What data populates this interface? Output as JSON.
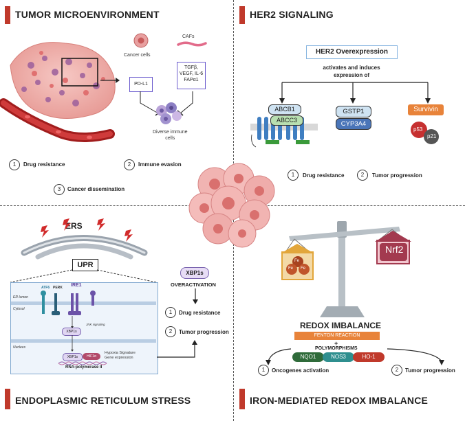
{
  "panels": {
    "tumor_microenvironment": {
      "title": "TUMOR MICROENVIRONMENT",
      "cancer_cells": "Cancer cells",
      "cafs": "CAFs",
      "pdl1": "PD-L1",
      "cytokines": "TGFβ,\nVEGF, IL-6\nFAPα1",
      "immune": "Diverse immune\ncells",
      "outcomes": [
        {
          "num": "1",
          "label": "Drug resistance"
        },
        {
          "num": "2",
          "label": "Immune evasion"
        },
        {
          "num": "3",
          "label": "Cancer dissemination"
        }
      ]
    },
    "her2": {
      "title": "HER2 SIGNALING",
      "overexpression": "HER2 Overexpression",
      "activates": "activates and induces\nexpression of",
      "abcb1": "ABCB1",
      "abcc3": "ABCC3",
      "gstp1": "GSTP1",
      "cyp3a4": "CYP3A4",
      "survivin": "Survivin",
      "p53": "p53",
      "p21": "p21",
      "outcomes": [
        {
          "num": "1",
          "label": "Drug resistance"
        },
        {
          "num": "2",
          "label": "Tumor progression"
        }
      ]
    },
    "ers": {
      "title": "ENDOPLASMIC RETICULUM STRESS",
      "ers_label": "ERS",
      "upr": "UPR",
      "er_lumen": "ER lumen",
      "cytosol": "Cytosol",
      "nucleus": "Nucleus",
      "atf6": "ATF6",
      "perk": "PERK",
      "ire1": "IRE1",
      "jnk": "JNK signaling",
      "xbp1s_small": "XBP1s",
      "hif1a": "HIF1α",
      "hypoxia": "Hypoxia Signature\nGene expression",
      "rna_pol": "RNA-polymerase II",
      "xbp1s": "XBP1s",
      "overactivation": "OVERACTIVATION",
      "outcomes": [
        {
          "num": "1",
          "label": "Drug resistance"
        },
        {
          "num": "2",
          "label": "Tumor progression"
        }
      ]
    },
    "iron": {
      "title": "IRON-MEDIATED REDOX IMBALANCE",
      "nrf2": "Nrf2",
      "fe": "Fe",
      "redox": "REDOX IMBALANCE",
      "fenton": "FENTON REACTION",
      "plus": "+",
      "polymorphisms": "POLYMORPHISMS",
      "nqo1": "NQO1",
      "nos3": "NOS3",
      "ho1": "HO-1",
      "outcomes": [
        {
          "num": "1",
          "label": "Oncogenes activation"
        },
        {
          "num": "2",
          "label": "Tumor progression"
        }
      ]
    }
  },
  "colors": {
    "accent_red": "#c0392b",
    "box_blue": "#87b5e0",
    "green": "#a8d5a2",
    "teal": "#6fb7c4",
    "orange": "#e8833a",
    "purple_pill": "#e7dcf5",
    "nqo1": "#2f6b3a",
    "nos3": "#2f8f8f",
    "ho1": "#c0392b"
  }
}
